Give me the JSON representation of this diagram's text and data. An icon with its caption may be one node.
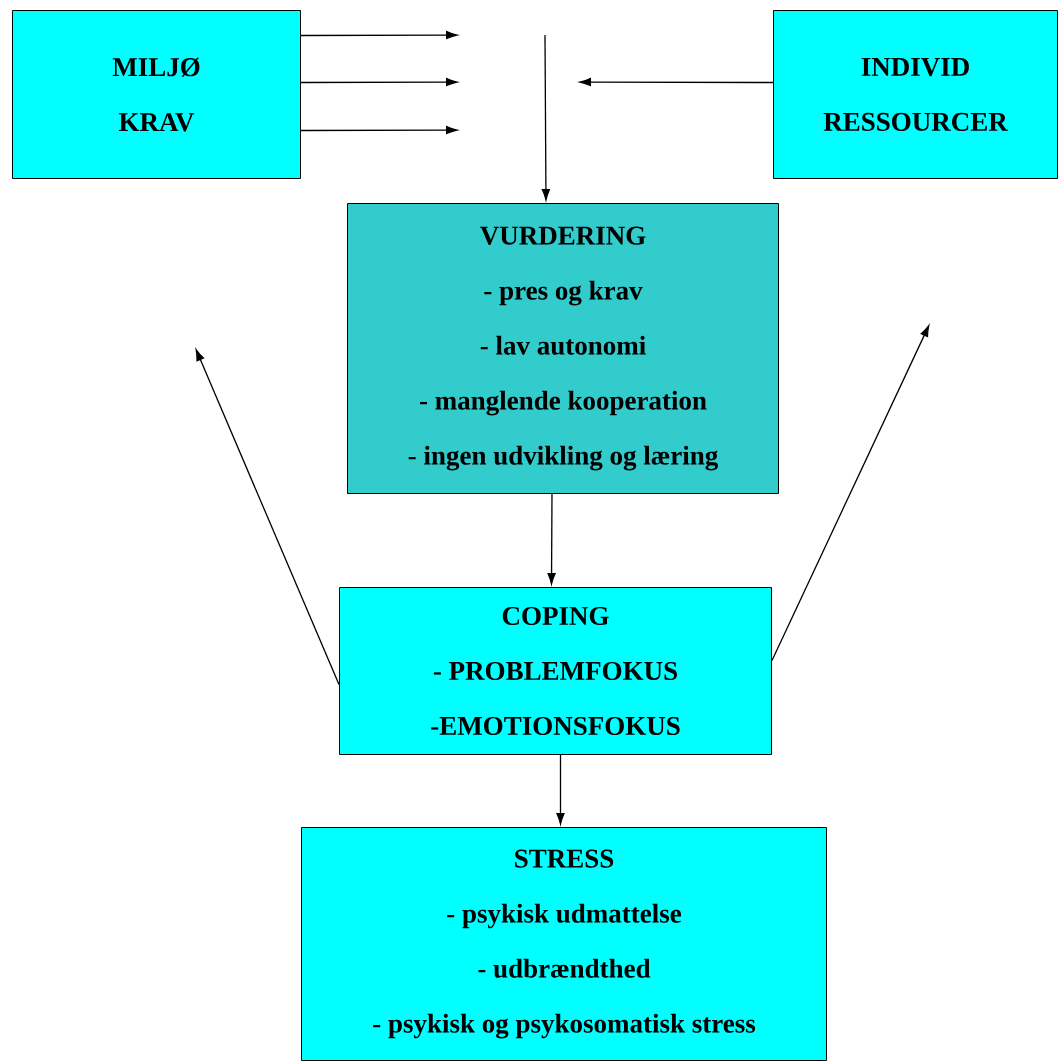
{
  "diagram": {
    "nodes": [
      {
        "text": [
          "MILJØ",
          "KRAV"
        ]
      },
      {
        "text": [
          "INDIVID",
          "RESSOURCER"
        ]
      },
      {
        "text": [
          "VURDERING",
          "- pres og krav",
          "- lav autonomi",
          "- manglende kooperation",
          "- ingen udvikling og læring"
        ]
      },
      {
        "text": [
          "COPING",
          "- PROBLEMFOKUS",
          "-EMOTIONSFOKUS"
        ]
      },
      {
        "text": [
          "STRESS",
          "- psykisk udmattelse",
          "- udbrændthed",
          "- psykisk og psykosomatisk stress"
        ]
      }
    ],
    "edges": [
      {
        "from": 0,
        "to": null,
        "arrow": "to"
      },
      {
        "from": 0,
        "to": null,
        "arrow": "to"
      },
      {
        "from": 0,
        "to": null,
        "arrow": "to"
      },
      {
        "from": null,
        "to": 2,
        "arrow": "to"
      },
      {
        "from": 1,
        "to": null,
        "arrow": "to"
      },
      {
        "from": 2,
        "to": 3,
        "arrow": "to"
      },
      {
        "from": 3,
        "to": 4,
        "arrow": "to"
      },
      {
        "from": 3,
        "to": null,
        "arrow": "to"
      },
      {
        "from": 3,
        "to": null,
        "arrow": "to"
      }
    ]
  }
}
